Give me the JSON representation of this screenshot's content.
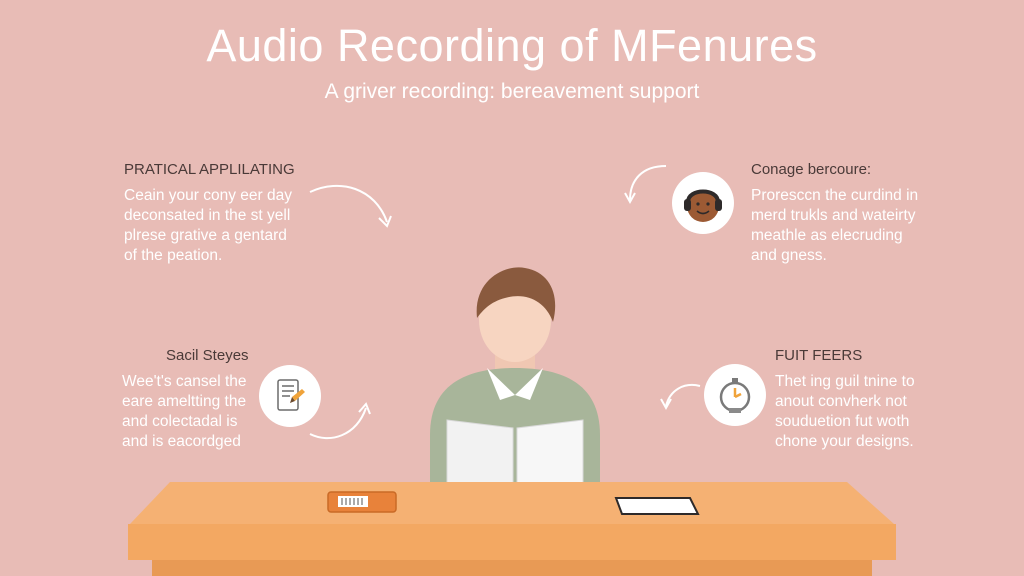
{
  "title": "Audio Recording of MFenures",
  "subtitle": "A griver recording:  bereavement support",
  "blocks": {
    "top_left": {
      "heading": "PRATICAL APPLILATING",
      "lines": [
        "Ceain your cony eer day",
        "deconsated in the st yell",
        "plrese grative a gentard",
        "of the peation."
      ]
    },
    "top_right": {
      "heading": "Conage bercoure:",
      "lines": [
        "Proresccn the curdind in",
        "merd trukls and wateirty",
        "meathle as elecruding",
        "and gness."
      ]
    },
    "bottom_left": {
      "heading": "Sacil Steyes",
      "lines": [
        "Wee't's cansel the",
        "eare ameltting the",
        "and colectadal is",
        "and is eacordged"
      ]
    },
    "bottom_right": {
      "heading": "FUIT FEERS",
      "lines": [
        "Thet ing guil tnine to",
        "anout convherk not",
        "souduetion fut woth",
        "chone your designs."
      ]
    }
  },
  "icons": {
    "top_right": "headphones-person-icon",
    "bottom_left": "document-pencil-icon",
    "bottom_right": "stopwatch-icon"
  },
  "colors": {
    "background": "#e8bcb6",
    "heading_dark": "#4a3a38",
    "desk": "#f5b173",
    "sweater": "#a8b59a",
    "hair": "#8a5a3e",
    "skin": "#f7d5c1"
  }
}
